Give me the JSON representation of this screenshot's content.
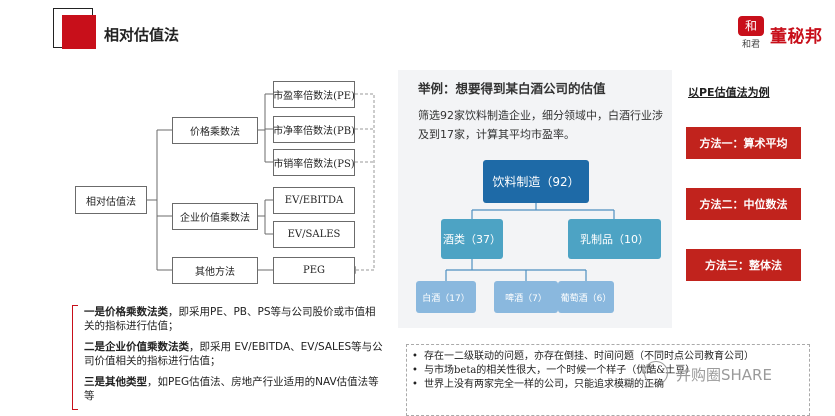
{
  "header": {
    "title": "相对估值法"
  },
  "logo": {
    "seal_char": "和",
    "seal_sub": "和君",
    "brand": "董秘邦"
  },
  "tree": {
    "root": "相对估值法",
    "groups": [
      {
        "label": "价格乘数法",
        "items": [
          "市盈率倍数法(PE)",
          "市净率倍数法(PB)",
          "市销率倍数法(PS)"
        ]
      },
      {
        "label": "企业价值乘数法",
        "items": [
          "EV/EBITDA",
          "EV/SALES"
        ]
      },
      {
        "label": "其他方法",
        "items": [
          "PEG"
        ]
      }
    ]
  },
  "explain": {
    "p1_bold": "一是价格乘数法类",
    "p1_rest": "，即采用PE、PB、PS等与公司股价或市值相关的指标进行估值；",
    "p2_bold": "二是企业价值乘数法类",
    "p2_rest": "，即采用 EV/EBITDA、EV/SALES等与公司价值相关的指标进行估值；",
    "p3_bold": "三是其他类型",
    "p3_rest": "，如PEG估值法、房地产行业适用的NAV估值法等等"
  },
  "example": {
    "title": "举例：想要得到某白酒公司的估值",
    "body": "筛选92家饮料制造企业，细分领域中，白酒行业涉及到17家，计算其平均市盈率。",
    "top": "饮料制造（92）",
    "mid": [
      "酒类（37）",
      "乳制品（10）"
    ],
    "low": [
      "白酒（17）",
      "啤酒（7）",
      "葡萄酒（6）"
    ]
  },
  "methods": {
    "title": "以PE估值法为例",
    "items": [
      "方法一：算术平均",
      "方法二：中位数法",
      "方法三：整体法"
    ]
  },
  "issues": [
    "存在一二级联动的问题，亦存在倒挂、时间问题（不同时点公司教育公司）",
    "与市场beta的相关性很大，一个时候一个样子（优酷&土豆）",
    "世界上没有两家完全一样的公司，只能追求模糊的正确"
  ],
  "watermark": {
    "brand": "并购圈SHARE"
  },
  "colors": {
    "accent": "#c80f1a",
    "method_red": "#c1231d",
    "node_dark": "#1e6aa7",
    "node_mid": "#4da3c4",
    "node_light": "#8ab8de"
  }
}
